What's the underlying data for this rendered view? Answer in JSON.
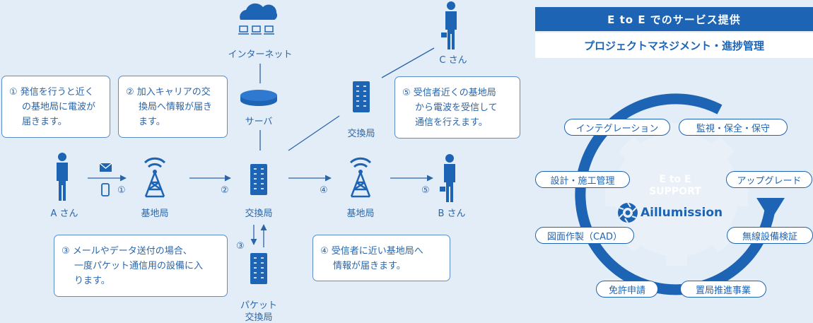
{
  "nodes": {
    "internet": "インターネット",
    "server": "サーバ",
    "exchange_top": "交換局",
    "caller": "A さん",
    "base_a": "基地局",
    "exchange_main": "交換局",
    "base_b": "基地局",
    "receiver": "B さん",
    "person_c": "C さん",
    "packet_1": "パケット",
    "packet_2": "交換局"
  },
  "steps": [
    "①",
    "②",
    "③",
    "④",
    "⑤"
  ],
  "notes": {
    "n1": [
      "① 発信を行うと近く",
      "の基地局に電波が",
      "届きます。"
    ],
    "n2": [
      "② 加入キャリアの交",
      "換局へ情報が届き",
      "ます。"
    ],
    "n3": [
      "③ メールやデータ送付の場合、",
      "一度パケット通信用の設備に入",
      "ります。"
    ],
    "n4": [
      "④ 受信者に近い基地局へ",
      "情報が届きます。"
    ],
    "n5": [
      "⑤ 受信者近くの基地局",
      "から電波を受信して",
      "通信を行えます。"
    ]
  },
  "panel": {
    "title": "E to E でのサービス提供",
    "subtitle": "プロジェクトマネジメント・進捗管理",
    "center_1": "E to E",
    "center_2": "SUPPORT",
    "brand": "Aillumission",
    "services": {
      "integration": "インテグレーション",
      "monitoring": "監視・保全・保守",
      "design": "設計・施工管理",
      "upgrade": "アップグレード",
      "drawing": "図面作製（CAD）",
      "wireless": "無線設備検証",
      "license": "免許申請",
      "station": "置局推進事業"
    }
  },
  "colors": {
    "primary": "#1e64b4",
    "text": "#2b65a8",
    "background": "#e3edf7",
    "gear": "#e9f0f8"
  }
}
